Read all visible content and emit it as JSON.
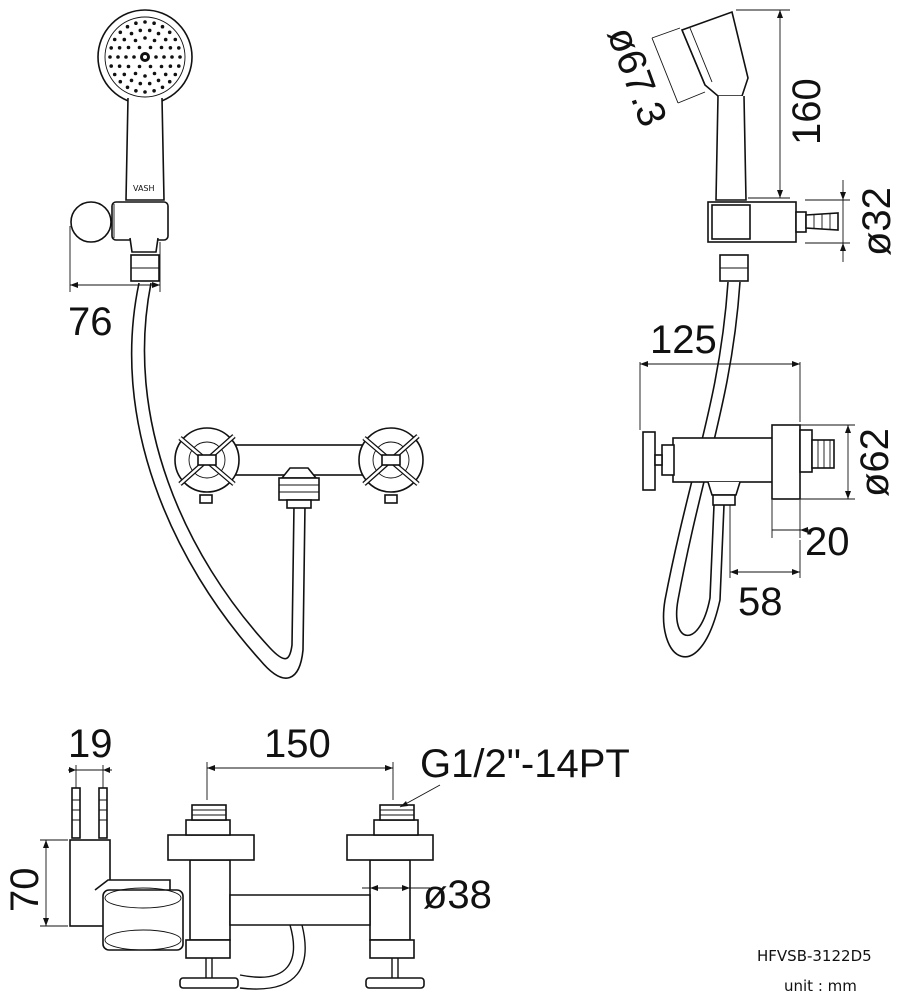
{
  "labels": {
    "dim_76": "76",
    "dim_160": "160",
    "dim_673": "ø67.3",
    "dim_32": "ø32",
    "dim_125": "125",
    "dim_62": "ø62",
    "dim_20": "20",
    "dim_58": "58",
    "dim_19": "19",
    "dim_150": "150",
    "thread": "G1/2\"-14PT",
    "dim_70": "70",
    "dim_38": "ø38",
    "model": "HFVSB-3122D5",
    "unit": "unit : mm",
    "brand_mark": "VASH"
  }
}
